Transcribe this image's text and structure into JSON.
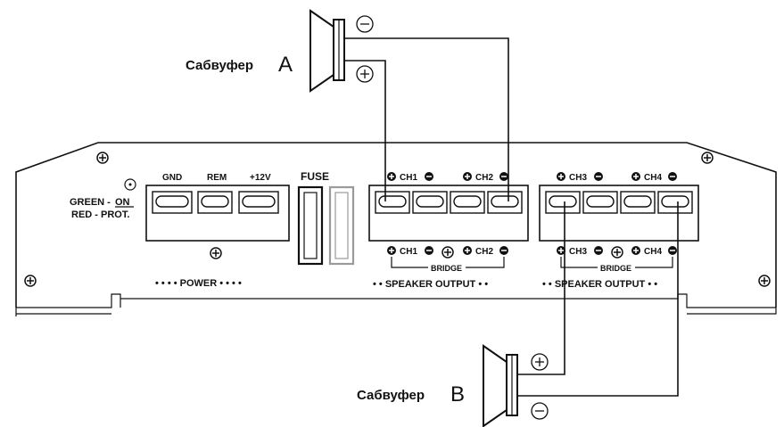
{
  "subwoofers": [
    {
      "name": "Сабвуфер",
      "letter": "A"
    },
    {
      "name": "Сабвуфер",
      "letter": "B"
    }
  ],
  "status": {
    "green": "GREEN -",
    "on": "ON",
    "red": "RED - PROT."
  },
  "power_terminals": [
    "GND",
    "REM",
    "+12V"
  ],
  "power_label": "• • • • POWER • • • •",
  "fuse_label": "FUSE",
  "speaker_blocks": [
    {
      "top": [
        "CH1",
        "CH2"
      ],
      "bottom": [
        "CH1",
        "CH2"
      ],
      "bridge": "BRIDGE",
      "output": "• •  SPEAKER OUTPUT  • •"
    },
    {
      "top": [
        "CH3",
        "CH4"
      ],
      "bottom": [
        "CH3",
        "CH4"
      ],
      "bridge": "BRIDGE",
      "output": "• •  SPEAKER OUTPUT  • •"
    }
  ],
  "symbols": {
    "plus": "+",
    "minus": "−"
  }
}
